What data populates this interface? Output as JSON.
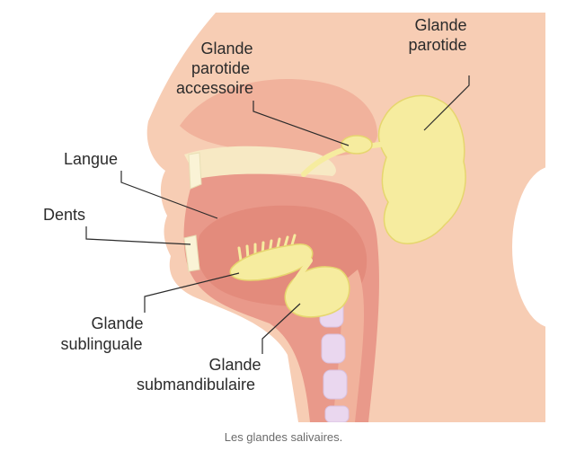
{
  "figure": {
    "labels": {
      "parotid": {
        "line1": "Glande",
        "line2": "parotide"
      },
      "accessory_parotid": {
        "line1": "Glande",
        "line2": "parotide",
        "line3": "accessoire"
      },
      "tongue": "Langue",
      "teeth": "Dents",
      "sublingual": {
        "line1": "Glande",
        "line2": "sublinguale"
      },
      "submandibular": {
        "line1": "Glande",
        "line2": "submandibulaire"
      }
    },
    "colors": {
      "skin": "#f7cdb4",
      "mid_tissue": "#f1b29c",
      "deep_tissue": "#e9998a",
      "tongue": "#e39081",
      "gland": "#f6ec9f",
      "gland_outline": "#e6d66e",
      "label_text": "#2b2b2b"
    }
  },
  "caption": "Les glandes salivaires."
}
